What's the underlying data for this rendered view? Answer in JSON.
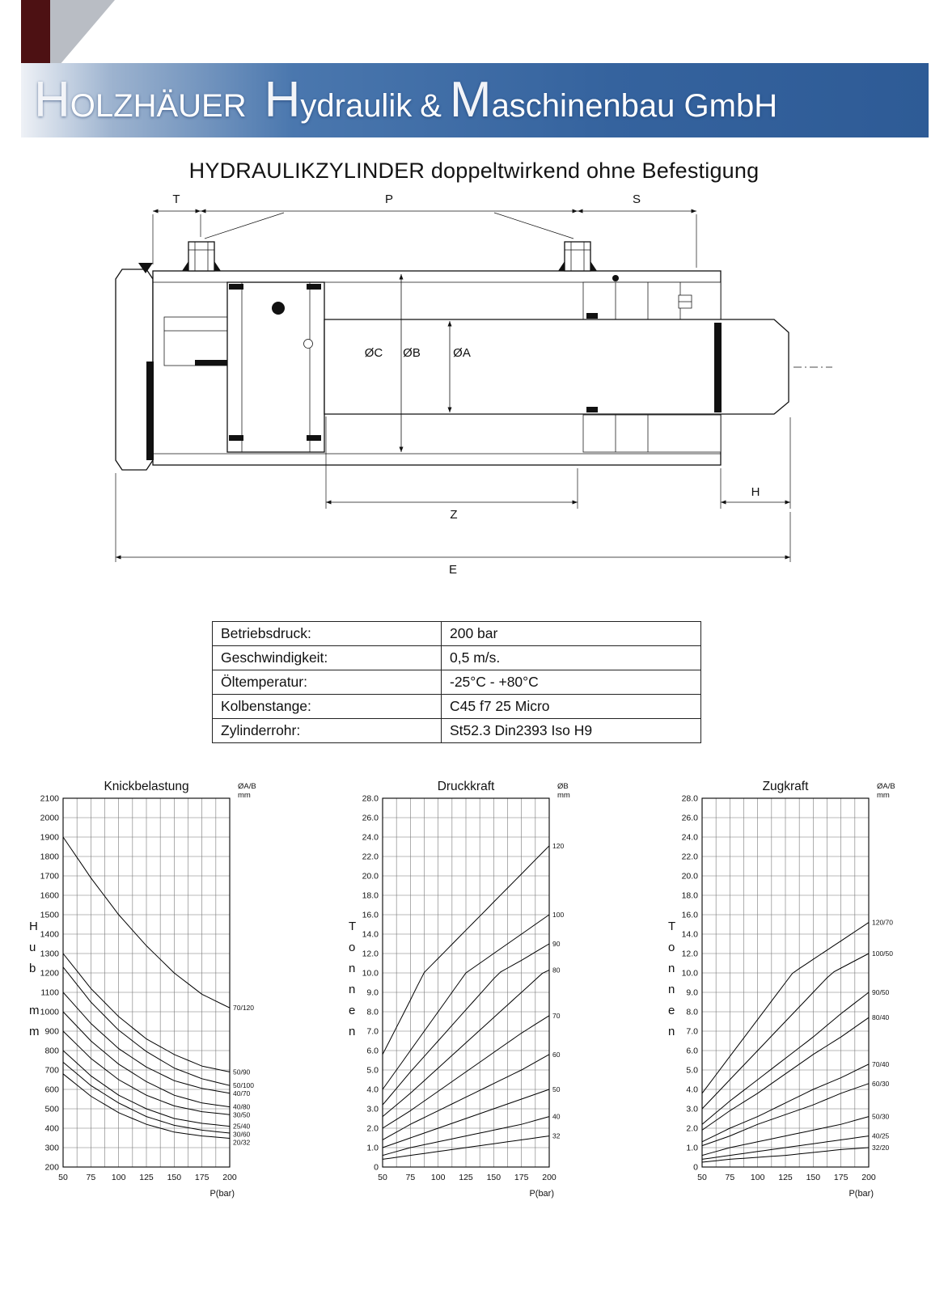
{
  "page": {
    "title": "HYDRAULIKZYLINDER doppeltwirkend ohne Befestigung"
  },
  "logo": {
    "p1": "H",
    "p2": "OLZHÄUER",
    "p3": "H",
    "p4": "ydraulik",
    "p5": "&",
    "p6": "M",
    "p7": "aschinenbau GmbH"
  },
  "drawing": {
    "labels": {
      "t": "T",
      "p": "P",
      "s": "S",
      "oc": "ØC",
      "ob": "ØB",
      "oa": "ØA",
      "z": "Z",
      "h": "H",
      "e": "E"
    }
  },
  "specs": {
    "rows": [
      {
        "label": "Betriebsdruck:",
        "value": "200 bar"
      },
      {
        "label": "Geschwindigkeit:",
        "value": "0,5 m/s."
      },
      {
        "label": "Öltemperatur:",
        "value": "-25°C - +80°C"
      },
      {
        "label": "Kolbenstange:",
        "value": "C45 f7 25 Micro"
      },
      {
        "label": "Zylinderrohr:",
        "value": "St52.3 Din2393 Iso H9"
      }
    ]
  },
  "chart_data": [
    {
      "type": "line",
      "title": "Knickbelastung",
      "xlabel": "P(bar)",
      "ylabel": "Hub mm",
      "ylabel_chars": [
        "H",
        "u",
        "b",
        "",
        "m",
        "m"
      ],
      "right_header": [
        "ØA/B",
        "mm"
      ],
      "x_ticks": [
        50,
        75,
        100,
        125,
        150,
        175,
        200
      ],
      "x_minor_step": 12.5,
      "y_ticks": [
        200,
        300,
        400,
        500,
        600,
        700,
        800,
        900,
        1000,
        1100,
        1200,
        1300,
        1400,
        1500,
        1600,
        1700,
        1800,
        1900,
        2000,
        2100
      ],
      "y_tick_labels": [
        "200",
        "300",
        "400",
        "500",
        "600",
        "700",
        "800",
        "900",
        "1000",
        "1100",
        "1200",
        "1300",
        "1400",
        "1500",
        "1600",
        "1700",
        "1800",
        "1900",
        "2000",
        "2100"
      ],
      "grid": true,
      "series": [
        {
          "label": "70/120",
          "values": [
            1900,
            1690,
            1500,
            1340,
            1200,
            1090,
            1020
          ]
        },
        {
          "label": "50/90",
          "values": [
            1300,
            1120,
            975,
            860,
            780,
            720,
            690
          ]
        },
        {
          "label": "50/100",
          "values": [
            1230,
            1050,
            905,
            795,
            710,
            655,
            620
          ]
        },
        {
          "label": "40/70",
          "values": [
            1100,
            940,
            810,
            715,
            645,
            605,
            580
          ]
        },
        {
          "label": "40/80",
          "values": [
            1000,
            850,
            730,
            640,
            570,
            530,
            510
          ]
        },
        {
          "label": "30/50",
          "values": [
            900,
            760,
            650,
            570,
            515,
            485,
            470
          ]
        },
        {
          "label": "25/40",
          "values": [
            800,
            670,
            570,
            500,
            450,
            425,
            410
          ]
        },
        {
          "label": "30/60",
          "values": [
            740,
            620,
            530,
            460,
            415,
            390,
            375
          ]
        },
        {
          "label": "20/32",
          "values": [
            680,
            565,
            480,
            420,
            380,
            360,
            348
          ]
        }
      ]
    },
    {
      "type": "line",
      "title": "Druckkraft",
      "xlabel": "P(bar)",
      "ylabel": "Tonnen",
      "ylabel_chars": [
        "T",
        "o",
        "n",
        "n",
        "e",
        "n"
      ],
      "right_header": [
        "ØB",
        "mm"
      ],
      "x_ticks": [
        50,
        75,
        100,
        125,
        150,
        175,
        200
      ],
      "x_minor_step": 12.5,
      "y_ticks": [
        0,
        1,
        2,
        3,
        4,
        5,
        6,
        7,
        8,
        9,
        10,
        12,
        14,
        16,
        18,
        20,
        22,
        24,
        26,
        28
      ],
      "y_tick_labels": [
        "0",
        "1.0",
        "2.0",
        "3.0",
        "4.0",
        "5.0",
        "6.0",
        "7.0",
        "8.0",
        "9.0",
        "10.0",
        "12.0",
        "14.0",
        "16.0",
        "18.0",
        "20.0",
        "22.0",
        "24.0",
        "26.0",
        "28.0"
      ],
      "grid": true,
      "series": [
        {
          "label": "120",
          "values": [
            5.8,
            8.6,
            11.5,
            14.4,
            17.3,
            20.2,
            23.1
          ]
        },
        {
          "label": "100",
          "values": [
            4.0,
            6.0,
            8.0,
            10.0,
            12.0,
            14.0,
            16.0
          ]
        },
        {
          "label": "90",
          "values": [
            3.2,
            4.9,
            6.5,
            8.1,
            9.7,
            11.3,
            13.0
          ]
        },
        {
          "label": "80",
          "values": [
            2.6,
            3.8,
            5.1,
            6.4,
            7.7,
            9.0,
            10.3
          ]
        },
        {
          "label": "70",
          "values": [
            2.0,
            2.9,
            3.9,
            4.9,
            5.9,
            6.9,
            7.8
          ]
        },
        {
          "label": "60",
          "values": [
            1.4,
            2.2,
            2.9,
            3.6,
            4.3,
            5.0,
            5.8
          ]
        },
        {
          "label": "50",
          "values": [
            1.0,
            1.5,
            2.0,
            2.5,
            3.0,
            3.5,
            4.0
          ]
        },
        {
          "label": "40",
          "values": [
            0.6,
            1.0,
            1.3,
            1.6,
            1.9,
            2.2,
            2.6
          ]
        },
        {
          "label": "32",
          "values": [
            0.4,
            0.6,
            0.8,
            1.0,
            1.2,
            1.4,
            1.6
          ]
        }
      ]
    },
    {
      "type": "line",
      "title": "Zugkraft",
      "xlabel": "P(bar)",
      "ylabel": "Tonnen",
      "ylabel_chars": [
        "T",
        "o",
        "n",
        "n",
        "e",
        "n"
      ],
      "right_header": [
        "ØA/B",
        "mm"
      ],
      "x_ticks": [
        50,
        75,
        100,
        125,
        150,
        175,
        200
      ],
      "x_minor_step": 12.5,
      "y_ticks": [
        0,
        1,
        2,
        3,
        4,
        5,
        6,
        7,
        8,
        9,
        10,
        12,
        14,
        16,
        18,
        20,
        22,
        24,
        26,
        28
      ],
      "y_tick_labels": [
        "0",
        "1.0",
        "2.0",
        "3.0",
        "4.0",
        "5.0",
        "6.0",
        "7.0",
        "8.0",
        "9.0",
        "10.0",
        "12.0",
        "14.0",
        "16.0",
        "18.0",
        "20.0",
        "22.0",
        "24.0",
        "26.0",
        "28.0"
      ],
      "grid": true,
      "series": [
        {
          "label": "120/70",
          "values": [
            3.8,
            5.7,
            7.6,
            9.5,
            11.4,
            13.3,
            15.2
          ]
        },
        {
          "label": "100/50",
          "values": [
            3.0,
            4.5,
            6.0,
            7.5,
            9.0,
            10.5,
            12.0
          ]
        },
        {
          "label": "90/50",
          "values": [
            2.2,
            3.4,
            4.5,
            5.6,
            6.7,
            7.9,
            9.0
          ]
        },
        {
          "label": "80/40",
          "values": [
            1.9,
            2.9,
            3.8,
            4.8,
            5.8,
            6.7,
            7.7
          ]
        },
        {
          "label": "70/40",
          "values": [
            1.3,
            2.0,
            2.6,
            3.3,
            4.0,
            4.6,
            5.3
          ]
        },
        {
          "label": "60/30",
          "values": [
            1.1,
            1.6,
            2.2,
            2.7,
            3.2,
            3.8,
            4.3
          ]
        },
        {
          "label": "50/30",
          "values": [
            0.6,
            1.0,
            1.3,
            1.6,
            1.9,
            2.2,
            2.6
          ]
        },
        {
          "label": "40/25",
          "values": [
            0.4,
            0.6,
            0.8,
            1.0,
            1.2,
            1.4,
            1.6
          ]
        },
        {
          "label": "32/20",
          "values": [
            0.25,
            0.4,
            0.5,
            0.6,
            0.75,
            0.9,
            1.0
          ]
        }
      ]
    }
  ]
}
